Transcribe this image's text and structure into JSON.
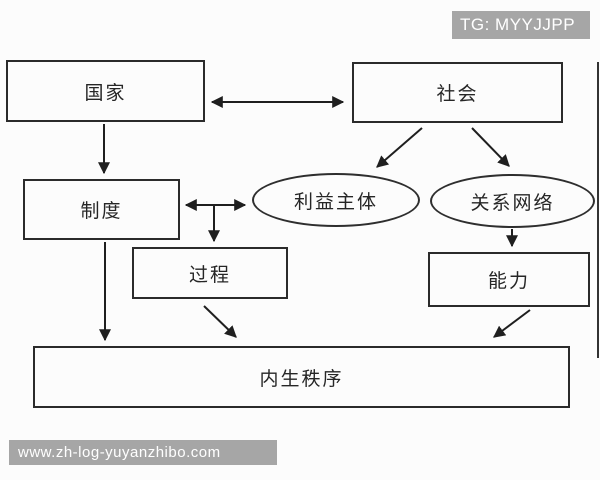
{
  "watermarks": {
    "top": "TG: MYYJJPP",
    "bottom": "www.zh-log-yuyanzhibo.com"
  },
  "colors": {
    "background": "#fcfcfc",
    "line": "#1f1f1f",
    "node_border": "#2b2b2b",
    "watermark_bg": "#a6a6a6",
    "watermark_text": "#ffffff"
  },
  "diagram": {
    "nodes": {
      "guojia": {
        "label": "国家",
        "shape": "rect"
      },
      "shehui": {
        "label": "社会",
        "shape": "rect"
      },
      "zhidu": {
        "label": "制度",
        "shape": "rect"
      },
      "liyizhuti": {
        "label": "利益主体",
        "shape": "ellipse"
      },
      "guanxiwangluo": {
        "label": "关系网络",
        "shape": "ellipse"
      },
      "guocheng": {
        "label": "过程",
        "shape": "rect"
      },
      "nengli": {
        "label": "能力",
        "shape": "rect"
      },
      "neishengzhixu": {
        "label": "内生秩序",
        "shape": "rect"
      }
    },
    "edges": [
      {
        "from": "guojia",
        "to": "shehui",
        "type": "double"
      },
      {
        "from": "guojia",
        "to": "zhidu",
        "type": "single"
      },
      {
        "from": "shehui",
        "to": "liyizhuti",
        "type": "single"
      },
      {
        "from": "shehui",
        "to": "guanxiwangluo",
        "type": "single"
      },
      {
        "from": "zhidu",
        "to": "liyizhuti",
        "type": "double"
      },
      {
        "from": "zhidu-liyizhuti-link",
        "to": "guocheng",
        "type": "single"
      },
      {
        "from": "guanxiwangluo",
        "to": "nengli",
        "type": "single"
      },
      {
        "from": "zhidu",
        "to": "neishengzhixu",
        "type": "single"
      },
      {
        "from": "guocheng",
        "to": "neishengzhixu",
        "type": "single"
      },
      {
        "from": "nengli",
        "to": "neishengzhixu",
        "type": "single"
      }
    ]
  }
}
